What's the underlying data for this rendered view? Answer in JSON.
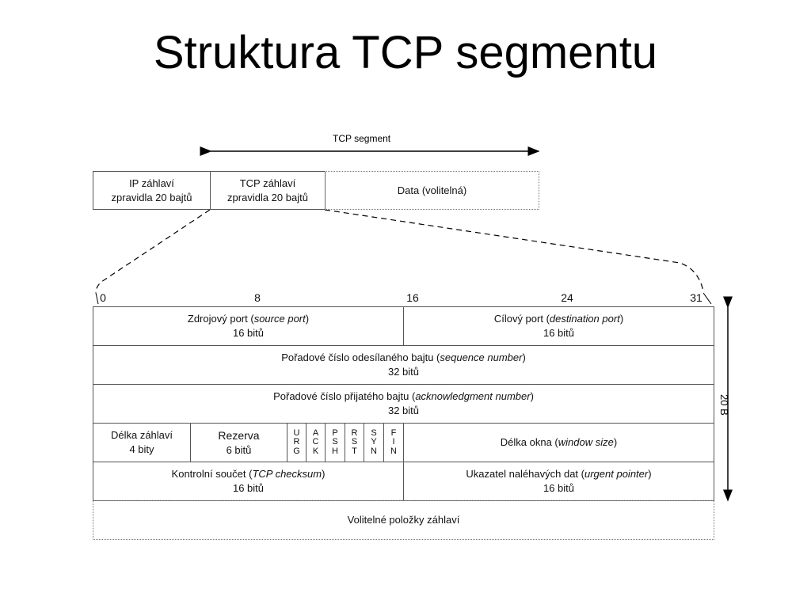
{
  "title": "Struktura TCP segmentu",
  "top": {
    "segment_label": "TCP segment",
    "ip_header": {
      "line1": "IP záhlaví",
      "line2": "zpravidla 20 bajtů"
    },
    "tcp_header": {
      "line1": "TCP záhlaví",
      "line2": "zpravidla 20 bajtů"
    },
    "data": "Data (volitelná)"
  },
  "bits": {
    "b0": "0",
    "b8": "8",
    "b16": "16",
    "b24": "24",
    "b31": "31"
  },
  "size_label": "20 B",
  "rows": {
    "src_port": {
      "name": "Zdrojový port (",
      "name_en": "source port",
      "close": ")",
      "size": "16 bitů"
    },
    "dst_port": {
      "name": "Cílový port (",
      "name_en": "destination port",
      "close": ")",
      "size": "16 bitů"
    },
    "seq": {
      "name": "Pořadové číslo odesílaného bajtu (",
      "name_en": "sequence number",
      "close": ")",
      "size": "32 bitů"
    },
    "ack": {
      "name": "Pořadové číslo přijatého bajtu (",
      "name_en": "acknowledgment number",
      "close": ")",
      "size": "32 bitů"
    },
    "hlen": {
      "name": "Délka záhlaví",
      "size": "4 bity"
    },
    "reserved": {
      "name": "Rezerva",
      "size": "6 bitů"
    },
    "flags": {
      "urg": [
        "U",
        "R",
        "G"
      ],
      "ack": [
        "A",
        "C",
        "K"
      ],
      "psh": [
        "P",
        "S",
        "H"
      ],
      "rst": [
        "R",
        "S",
        "T"
      ],
      "syn": [
        "S",
        "Y",
        "N"
      ],
      "fin": [
        "F",
        "I",
        "N"
      ]
    },
    "window": {
      "name": "Délka okna (",
      "name_en": "window size",
      "close": ")"
    },
    "checksum": {
      "name": "Kontrolní součet (",
      "name_en": "TCP checksum",
      "close": ")",
      "size": "16 bitů"
    },
    "urgent": {
      "name": "Ukazatel naléhavých dat (",
      "name_en": "urgent pointer",
      "close": ")",
      "size": "16 bitů"
    },
    "options": "Volitelné položky záhlaví"
  }
}
